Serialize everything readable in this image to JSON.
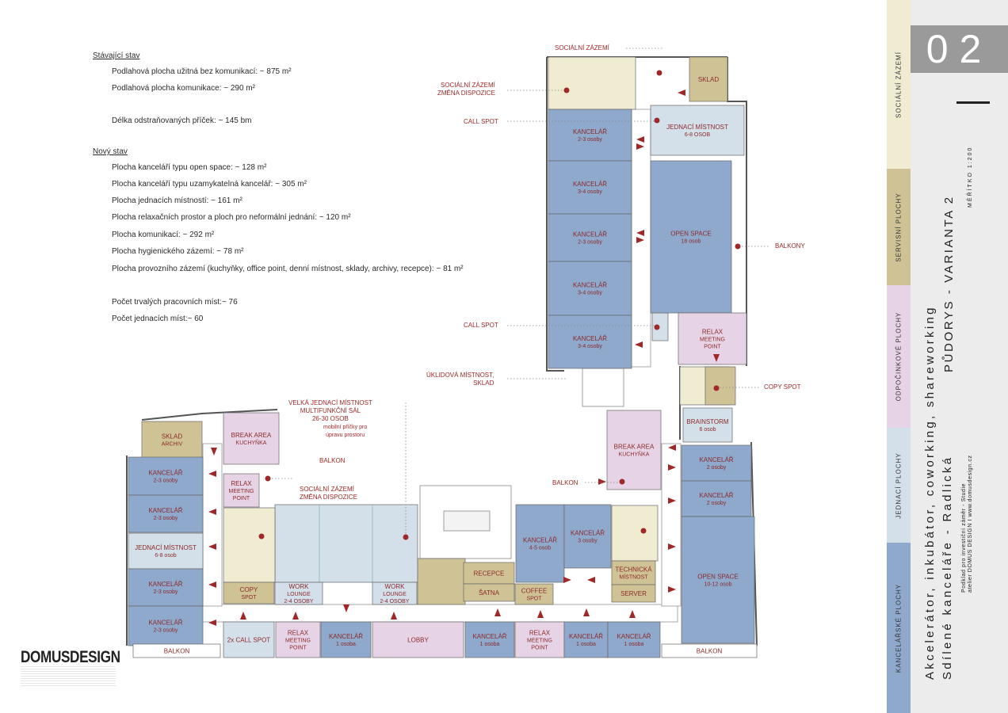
{
  "stats": {
    "existing_heading": "Stávající stav",
    "existing": [
      "Podlahová plocha užitná bez komunikací: ~ 875 m²",
      "Podlahová plocha komunikace: ~ 290 m²",
      "Délka odstraňovaných příček: ~ 145 bm"
    ],
    "new_heading": "Nový stav",
    "new": [
      "Plocha kanceláří typu open space: ~ 128 m²",
      "Plocha kanceláří typu uzamykatelná kancelář: ~ 305 m²",
      "Plocha jednacích místností: ~ 161 m²",
      "Plocha relaxačních prostor a ploch pro neformální jednání: ~ 120 m²",
      "Plocha komunikací: ~ 292 m²",
      "Plocha hygienického zázemí: ~ 78 m²",
      "Plocha provozního zázemí (kuchyňky, office point, denní místnost, sklady, archivy, recepce): ~ 81 m²"
    ],
    "counts": [
      "Počet trvalých pracovních míst:~ 76",
      "Počet jednacích míst:~ 60"
    ]
  },
  "colors": {
    "office": "#8ea9cc",
    "meeting": "#d3e0ea",
    "relax": "#e6d4e6",
    "service": "#cfc396",
    "sanitary": "#efecd2",
    "corridor": "#ffffff",
    "accent": "#a02828"
  },
  "rooms": [
    {
      "line1": "SKLAD",
      "line2": ""
    },
    {
      "line1": "JEDNACÍ MÍSTNOST",
      "line2": "6-8 OSOB"
    },
    {
      "line1": "KANCELÁŘ",
      "line2": "2-3 osoby"
    },
    {
      "line1": "KANCELÁŘ",
      "line2": "3-4 osoby"
    },
    {
      "line1": "KANCELÁŘ",
      "line2": "2-3 osoby"
    },
    {
      "line1": "KANCELÁŘ",
      "line2": "3-4 osoby"
    },
    {
      "line1": "KANCELÁŘ",
      "line2": "3-4 osoby"
    },
    {
      "line1": "OPEN SPACE",
      "line2": "18 osob"
    },
    {
      "line1": "RELAX",
      "line2": "MEETING",
      "line3": "POINT"
    },
    {
      "line1": "BRAINSTORM",
      "line2": "6 osob"
    },
    {
      "line1": "BREAK AREA",
      "line2": "KUCHYŇKA"
    },
    {
      "line1": "KANCELÁŘ",
      "line2": "2 osoby"
    },
    {
      "line1": "KANCELÁŘ",
      "line2": "2 osoby"
    },
    {
      "line1": "OPEN SPACE",
      "line2": "10-12 osob"
    },
    {
      "line1": "KANCELÁŘ",
      "line2": "4-5 osob"
    },
    {
      "line1": "KANCELÁŘ",
      "line2": "3 osoby"
    },
    {
      "line1": "TECHNICKÁ",
      "line2": "MÍSTNOST"
    },
    {
      "line1": "SERVER",
      "line2": ""
    },
    {
      "line1": "RECEPCE",
      "line2": ""
    },
    {
      "line1": "ŠATNA",
      "line2": ""
    },
    {
      "line1": "COFFEE",
      "line2": "SPOT"
    },
    {
      "line1": "SKLAD",
      "line2": "ARCHIV"
    },
    {
      "line1": "BREAK AREA",
      "line2": "KUCHYŇKA"
    },
    {
      "line1": "RELAX",
      "line2": "MEETING",
      "line3": "POINT"
    },
    {
      "line1": "KANCELÁŘ",
      "line2": "2-3 osoby"
    },
    {
      "line1": "KANCELÁŘ",
      "line2": "2-3 osoby"
    },
    {
      "line1": "JEDNACÍ MÍSTNOST",
      "line2": "6-8 osob"
    },
    {
      "line1": "KANCELÁŘ",
      "line2": "2-3 osoby"
    },
    {
      "line1": "KANCELÁŘ",
      "line2": "2-3 osoby"
    },
    {
      "line1": "COPY",
      "line2": "SPOT"
    },
    {
      "line1": "WORK",
      "line2": "LOUNGE",
      "line3": "2-4 OSOBY"
    },
    {
      "line1": "WORK",
      "line2": "LOUNGE",
      "line3": "2-4 OSOBY"
    },
    {
      "line1": "2x CALL SPOT",
      "line2": ""
    },
    {
      "line1": "RELAX",
      "line2": "MEETING",
      "line3": "POINT"
    },
    {
      "line1": "KANCELÁŘ",
      "line2": "1 osoba"
    },
    {
      "line1": "LOBBY",
      "line2": ""
    },
    {
      "line1": "KANCELÁŘ",
      "line2": "1 osoba"
    },
    {
      "line1": "RELAX",
      "line2": "MEETING",
      "line3": "POINT"
    },
    {
      "line1": "KANCELÁŘ",
      "line2": "1 osoba"
    },
    {
      "line1": "KANCELÁŘ",
      "line2": "1 osoba"
    },
    {
      "line1": "BALKON",
      "line2": ""
    },
    {
      "line1": "BALKON",
      "line2": ""
    }
  ],
  "callouts": {
    "soc_top": "SOCIÁLNÍ ZÁZEMÍ",
    "soc_change": "SOCIÁLNÍ ZÁZEMÍ\nZMĚNA DISPOZICE",
    "call_spot_1": "CALL SPOT",
    "call_spot_2": "CALL SPOT",
    "uklid": "ÚKLIDOVÁ MÍSTNOST,\nSKLAD",
    "balkony": "BALKONY",
    "copy_spot": "COPY SPOT",
    "balkon_r": "BALKON",
    "balkon_l": "BALKON",
    "soc_change_2": "SOCIÁLNÍ ZÁZEMÍ\nZMĚNA DISPOZICE",
    "velka": "VELKÁ JEDNACÍ MÍSTNOST\nMULTIFUNKČNÍ SÁL\n26-30 OSOB",
    "velka_note": "mobilní příčky pro\núpravu prostoru"
  },
  "logo": "DOMUSDESIGN",
  "legend": [
    {
      "label": "SOCIÁLNÍ ZÁZEMÍ",
      "color": "#efecd2"
    },
    {
      "label": "SERVISNÍ PLOCHY",
      "color": "#cfc396"
    },
    {
      "label": "ODPOČINKOVÉ PLOCHY",
      "color": "#e6d4e6"
    },
    {
      "label": "JEDNACÍ PLOCHY",
      "color": "#d3e0ea"
    },
    {
      "label": "KANCELÁŘSKÉ PLOCHY",
      "color": "#8ea9cc"
    }
  ],
  "sidebar": {
    "number": "02",
    "line_a": "Akcelerátor, inkubátor, coworking, shareworking",
    "line_b": "Sdílené kanceláře - Radlická",
    "line_c": "PŮDORYS - VARIANTA 2",
    "line_d": "MĚŘÍTKO 1:200",
    "line_e": "Podklad pro investiční záměr - Studie",
    "line_f": "atelier DOMUS DESIGN I www.domusdesign.cz"
  }
}
